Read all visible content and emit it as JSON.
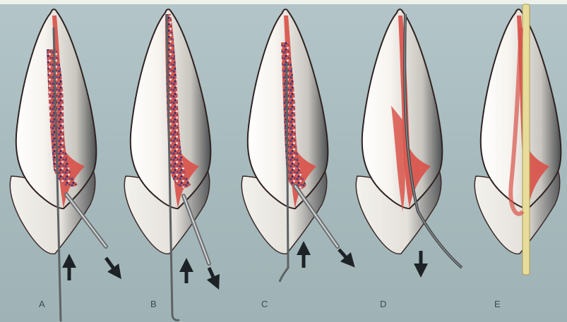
{
  "panels": [
    {
      "label": "A",
      "arrows": [
        "up",
        "down-right"
      ]
    },
    {
      "label": "B",
      "arrows": [
        "up",
        "down-right"
      ]
    },
    {
      "label": "C",
      "arrows": [
        "up",
        "down-right"
      ]
    },
    {
      "label": "D",
      "arrows": [
        "down"
      ]
    },
    {
      "label": "E",
      "arrows": []
    }
  ],
  "colors": {
    "background": "#a9bcc0",
    "tooth": "#f7f4ef",
    "tooth_shadow": "#4b4e50",
    "canal": "#d9534a",
    "debris": "#3b3f8c",
    "instrument": "#6b6e70",
    "gutta_percha_point": "#e8dc9a",
    "arrow": "#1c2226"
  }
}
